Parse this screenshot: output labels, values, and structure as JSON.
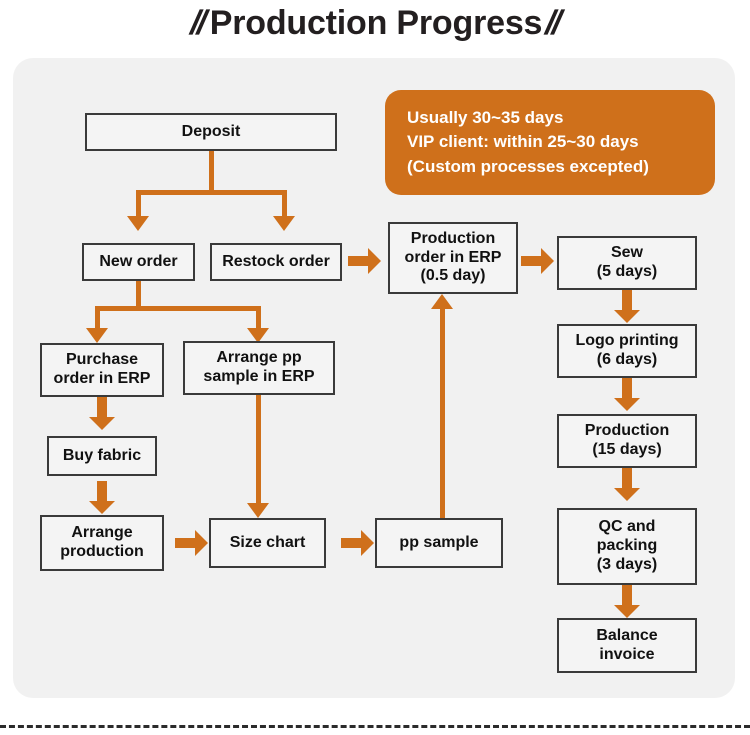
{
  "title": {
    "quote_left": "//",
    "text": "Production Progress",
    "quote_right": "//"
  },
  "callout": {
    "line1": "Usually 30~35 days",
    "line2": "VIP client: within 25~30 days",
    "line3": "(Custom processes excepted)",
    "color": "#cf701b"
  },
  "colors": {
    "panel_bg": "#f1f1f1",
    "node_bg": "#f4f4f4",
    "node_border": "#3a3a3a",
    "accent_orange": "#cf701b",
    "title_text": "#231f20"
  },
  "nodes": {
    "deposit": "Deposit",
    "new_order": "New order",
    "restock_order": "Restock order",
    "purchase_order": "Purchase\norder in ERP",
    "arrange_pp_sample": "Arrange pp\nsample in ERP",
    "buy_fabric": "Buy fabric",
    "arrange_production": "Arrange\nproduction",
    "size_chart": "Size chart",
    "pp_sample": "pp sample",
    "production_order": "Production\norder in ERP\n(0.5 day)",
    "sew": "Sew\n(5 days)",
    "logo_printing": "Logo printing\n(6 days)",
    "production": "Production\n(15 days)",
    "qc_packing": "QC and\npacking\n(3 days)",
    "balance_invoice": "Balance\ninvoice"
  },
  "flow": {
    "edges": [
      "Deposit -> New order",
      "Deposit -> Restock order",
      "New order -> Purchase order in ERP",
      "New order -> Arrange pp sample in ERP",
      "Restock order -> Production order in ERP",
      "Purchase order in ERP -> Buy fabric",
      "Buy fabric -> Arrange production",
      "Arrange production -> Size chart",
      "Arrange pp sample in ERP -> Size chart",
      "Size chart -> pp sample",
      "pp sample -> Production order in ERP",
      "Production order in ERP -> Sew",
      "Sew -> Logo printing",
      "Logo printing -> Production",
      "Production -> QC and packing",
      "QC and packing -> Balance invoice"
    ]
  }
}
